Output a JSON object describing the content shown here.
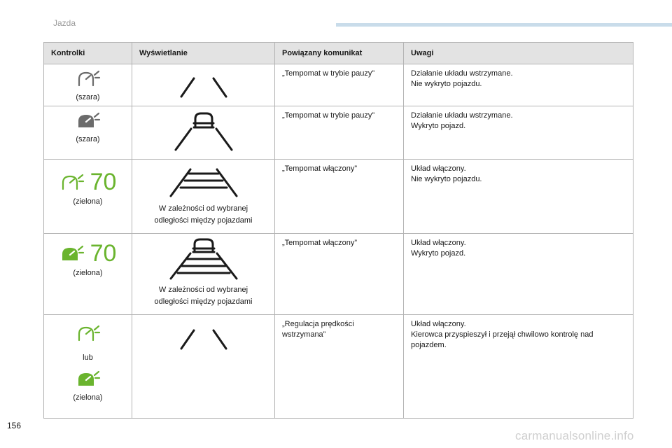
{
  "header": {
    "section": "Jazda"
  },
  "footer": {
    "page_number": "156",
    "watermark": "carmanualsonline.info"
  },
  "table": {
    "columns": [
      "Kontrolki",
      "Wyświetlanie",
      "Powiązany komunikat",
      "Uwagi"
    ],
    "rows": [
      {
        "indicator": {
          "icon": "cruise-control-outline-icon",
          "color": "#6b6b6b",
          "caption": "(szara)"
        },
        "display": {
          "icon": "lane-lines-icon"
        },
        "message": "„Tempomat w trybie pauzy”",
        "notes": [
          "Działanie układu wstrzymane.",
          "Nie wykryto pojazdu."
        ]
      },
      {
        "indicator": {
          "icon": "cruise-control-vehicle-icon",
          "color": "#6b6b6b",
          "caption": "(szara)"
        },
        "display": {
          "icon": "lane-vehicle-icon"
        },
        "message": "„Tempomat w trybie pauzy”",
        "notes": [
          "Działanie układu wstrzymane.",
          "Wykryto pojazd."
        ]
      },
      {
        "indicator": {
          "icon": "cruise-control-outline-icon",
          "color": "#6ab42e",
          "speed": "70",
          "caption": "(zielona)"
        },
        "display": {
          "icon": "lane-distance-bars-icon",
          "caption": [
            "W zależności od wybranej",
            "odległości między pojazdami"
          ]
        },
        "message": "„Tempomat włączony”",
        "notes": [
          "Układ włączony.",
          "Nie wykryto pojazdu."
        ]
      },
      {
        "indicator": {
          "icon": "cruise-control-vehicle-icon",
          "color": "#6ab42e",
          "speed": "70",
          "caption": "(zielona)"
        },
        "display": {
          "icon": "lane-vehicle-distance-icon",
          "caption": [
            "W zależności od wybranej",
            "odległości między pojazdami"
          ]
        },
        "message": "„Tempomat włączony”",
        "notes": [
          "Układ włączony.",
          "Wykryto pojazd."
        ]
      },
      {
        "indicator": {
          "icon": "cruise-control-outline-icon",
          "alt_icon": "cruise-control-vehicle-icon",
          "color": "#6ab42e",
          "or_text": "lub",
          "caption": "(zielona)"
        },
        "display": {
          "icon": "lane-lines-icon"
        },
        "message_lines": [
          "„Regulacja prędkości",
          "wstrzymana”"
        ],
        "notes": [
          "Układ włączony.",
          "Kierowca przyspieszył i przejął chwilowo kontrolę nad",
          "pojazdem."
        ]
      }
    ]
  }
}
